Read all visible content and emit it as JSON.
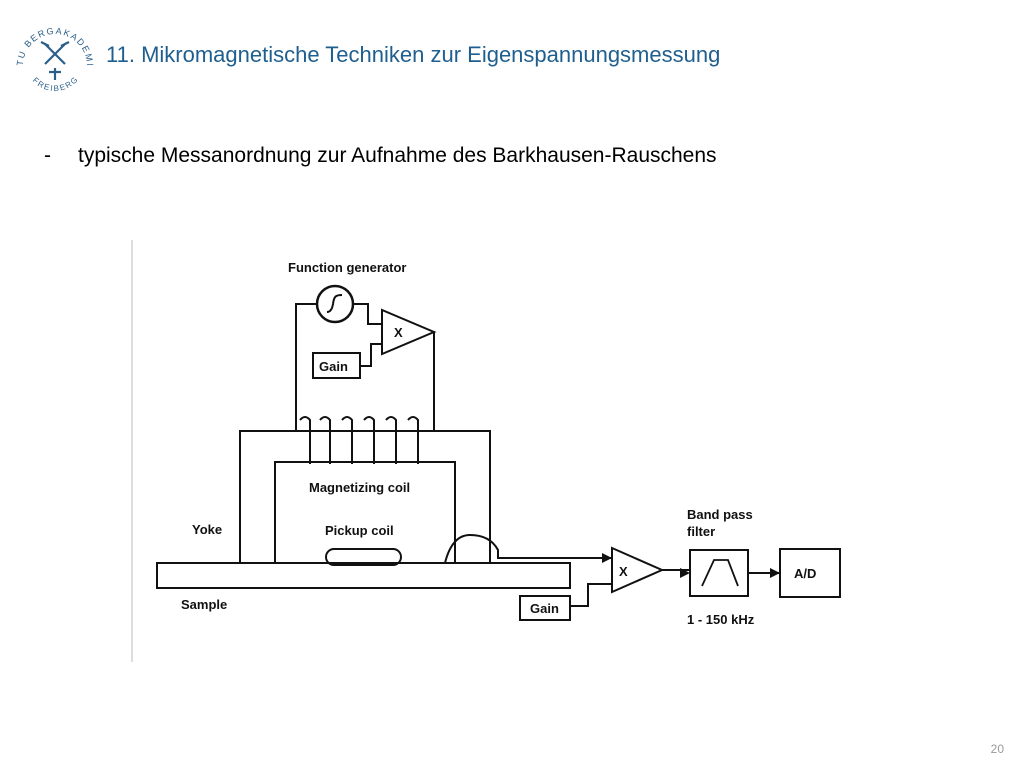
{
  "logo": {
    "icon": "tu-bergakademie-freiberg-seal",
    "text_top": "TU BERGAKADEMIE",
    "text_bottom": "FREIBERG"
  },
  "header": {
    "title": "11. Mikromagnetische Techniken zur Eigenspannungsmessung"
  },
  "content": {
    "bullet_marker": "-",
    "bullet_text": "typische Messanordnung zur Aufnahme des Barkhausen-Rauschens"
  },
  "diagram": {
    "labels": {
      "function_generator": "Function generator",
      "amplifier_top": "X",
      "gain_top": "Gain",
      "magnetizing_coil": "Magnetizing coil",
      "pickup_coil": "Pickup coil",
      "yoke": "Yoke",
      "sample": "Sample",
      "amplifier_bottom": "X",
      "gain_bottom": "Gain",
      "band_pass_line1": "Band pass",
      "band_pass_line2": "filter",
      "frequency_range": "1 - 150 kHz",
      "ad_converter": "A/D"
    }
  },
  "footer": {
    "page_number": "20"
  },
  "colors": {
    "title": "#1f5f8f",
    "logo": "#2b5f8a",
    "diagram_ink": "#111111",
    "page_number": "#9a9a9a"
  }
}
